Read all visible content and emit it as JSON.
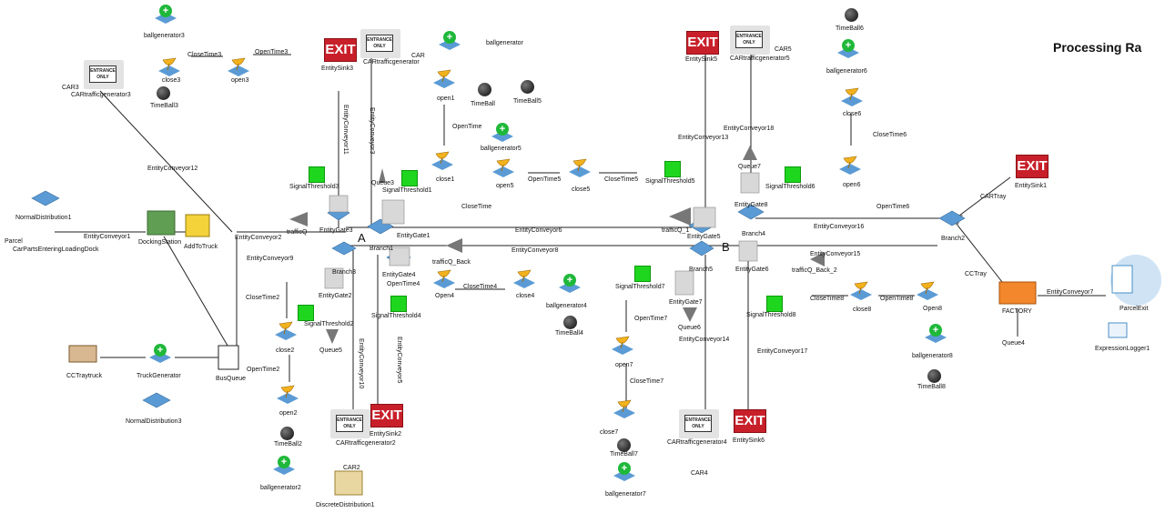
{
  "title": "Processing Ra",
  "markers": {
    "a": "A",
    "b": "B"
  },
  "labels": [
    "ballgenerator3",
    "CloseTime3",
    "OpenTime3",
    "close3",
    "open3",
    "TimeBall3",
    "CAR3",
    "CARtrafficgenerator3",
    "EntitySink3",
    "CARtrafficgenerator",
    "CAR",
    "ballgenerator",
    "open1",
    "TimeBall",
    "TimeBall5",
    "OpenTime",
    "ballgenerator5",
    "close1",
    "open5",
    "OpenTime5",
    "close5",
    "CloseTime5",
    "SignalThreshold5",
    "EntitySink5",
    "CARtrafficgenerator5",
    "CAR5",
    "TimeBall6",
    "ballgenerator6",
    "close6",
    "CloseTime6",
    "EntityConveyor13",
    "EntityConveyor18",
    "Queue7",
    "SignalThreshold6",
    "open6",
    "OpenTime6",
    "EntitySink1",
    "CARTray",
    "EntityConveyor12",
    "SignalThreshold3",
    "Queue3",
    "SignalThreshold1",
    "CloseTime",
    "NormalDistribution1",
    "Parcel",
    "EntityConveyor1",
    "CarPartsEnteringLoadingDock",
    "DockingStation",
    "AddToTruck",
    "EntityConveyor2",
    "trafficQ",
    "EntityGate3",
    "EntityGate1",
    "Branch1",
    "EntityConveyor6",
    "trafficQ_1",
    "EntityGate5",
    "EntityGate8",
    "Branch4",
    "EntityConveyor16",
    "Branch2",
    "EntityConveyor8",
    "EntityConveyor9",
    "Branch3",
    "EntityGate4",
    "trafficQ_Back",
    "OpenTime4",
    "Open4",
    "CloseTime4",
    "close4",
    "EntityGate2",
    "Branch5",
    "EntityGate6",
    "EntityConveyor15",
    "trafficQ_Back_2",
    "CCTray",
    "FACTORY",
    "EntityConveyor7",
    "ParcelExit",
    "ExpressionLogger1",
    "Queue4",
    "CloseTime2",
    "SignalThreshold2",
    "Queue5",
    "SignalThreshold4",
    "ballgenerator4",
    "TimeBall4",
    "SignalThreshold7",
    "EntityGate7",
    "Queue6",
    "OpenTime7",
    "EntityConveyor14",
    "SignalThreshold8",
    "CloseTime8",
    "close8",
    "OpenTime8",
    "Open8",
    "ballgenerator8",
    "TimeBall8",
    "EntityConveyor17",
    "close2",
    "OpenTime2",
    "open2",
    "TimeBall2",
    "ballgenerator2",
    "CCTraytruck",
    "TruckGenerator",
    "BusQueue",
    "NormalDistribution3",
    "open7",
    "CloseTime7",
    "close7",
    "TimeBall7",
    "ballgenerator7",
    "CARtrafficgenerator2",
    "EntitySink2",
    "CAR2",
    "DiscreteDistribution1",
    "CARtrafficgenerator4",
    "CAR4",
    "EntitySink6"
  ],
  "vlabels": [
    "EntityConveyor11",
    "EntityConveyor3",
    "EntityConveyor10",
    "EntityConveyor5"
  ],
  "signs": {
    "exit": "EXIT",
    "entrance": "ENTRANCE ONLY"
  },
  "colors": {
    "signal": "#1fd61f",
    "exit": "#c8202a",
    "node": "#5b9bd5",
    "queue": "#777777"
  }
}
